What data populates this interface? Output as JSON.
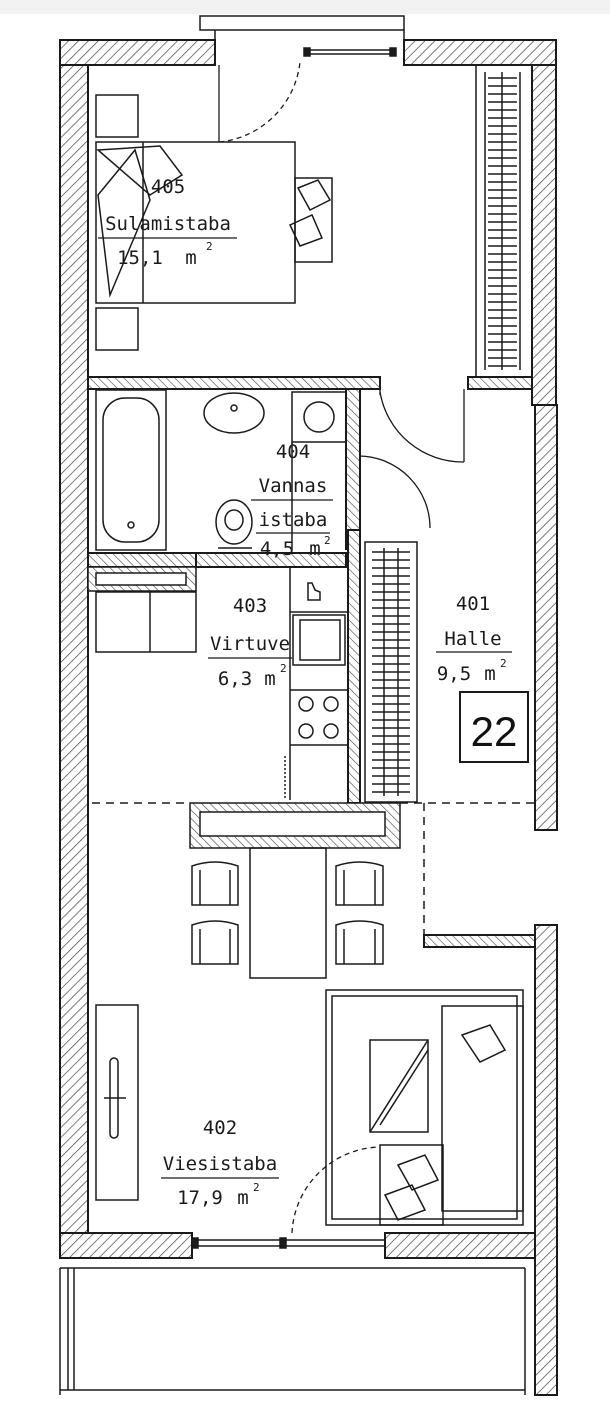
{
  "plan": {
    "unit_number": "22",
    "rooms": [
      {
        "id": "405",
        "name": "Sulamistaba",
        "area": "15,1",
        "unit": "m",
        "sup": "2"
      },
      {
        "id": "404",
        "name_1": "Vannas",
        "name_2": "istaba",
        "area": "4,5",
        "unit": "m",
        "sup": "2"
      },
      {
        "id": "403",
        "name": "Virtuve",
        "area": "6,3",
        "unit": "m",
        "sup": "2"
      },
      {
        "id": "401",
        "name": "Halle",
        "area": "9,5",
        "unit": "m",
        "sup": "2"
      },
      {
        "id": "402",
        "name": "Viesistaba",
        "area": "17,9",
        "unit": "m",
        "sup": "2"
      }
    ],
    "colors": {
      "line": "#1a1a1a",
      "hatch": "#555555",
      "background": "#ffffff"
    }
  }
}
